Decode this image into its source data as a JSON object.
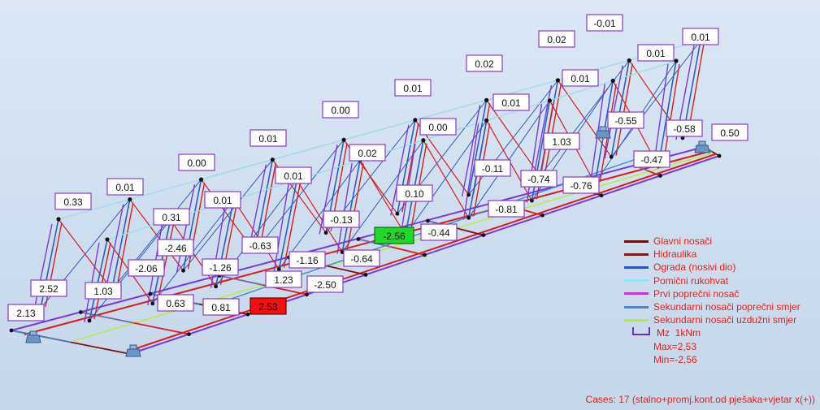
{
  "legend": {
    "items": [
      {
        "label": "Glavni nosači",
        "color": "#6b1010"
      },
      {
        "label": "Hidraulika",
        "color": "#7a1a1a"
      },
      {
        "label": "Ograda (nosivi dio)",
        "color": "#2b58b8"
      },
      {
        "label": "Pomični rukohvat",
        "color": "#8fe6f2"
      },
      {
        "label": "Prvi poprečni nosač",
        "color": "#c238c8"
      },
      {
        "label": "Sekundarni nosači poprečni smjer",
        "color": "#3f8ae0"
      },
      {
        "label": "Sekundarni nosači uzdužni smjer",
        "color": "#b8ec3a"
      }
    ],
    "diagram_label": "Mz",
    "unit_label": "1kNm",
    "max_label": "Max=2,53",
    "min_label": "Min=-2,56"
  },
  "cases_label": "Cases: 17 (stalno+promj.kont.od pješaka+vjetar x(+))",
  "value_labels": [
    {
      "text": "-0.01",
      "kind": "normal"
    },
    {
      "text": "0.02",
      "kind": "normal"
    },
    {
      "text": "0.01",
      "kind": "normal"
    },
    {
      "text": "0.01",
      "kind": "normal"
    },
    {
      "text": "0.02",
      "kind": "normal"
    },
    {
      "text": "0.01",
      "kind": "normal"
    },
    {
      "text": "0.01",
      "kind": "normal"
    },
    {
      "text": "0.01",
      "kind": "normal"
    },
    {
      "text": "0.00",
      "kind": "normal"
    },
    {
      "text": "-0.55",
      "kind": "normal"
    },
    {
      "text": "-0.58",
      "kind": "normal"
    },
    {
      "text": "0.50",
      "kind": "normal"
    },
    {
      "text": "0.00",
      "kind": "normal"
    },
    {
      "text": "1.03",
      "kind": "normal"
    },
    {
      "text": "0.01",
      "kind": "normal"
    },
    {
      "text": "0.02",
      "kind": "normal"
    },
    {
      "text": "-0.47",
      "kind": "normal"
    },
    {
      "text": "0.00",
      "kind": "normal"
    },
    {
      "text": "-0.11",
      "kind": "normal"
    },
    {
      "text": "-0.74",
      "kind": "normal"
    },
    {
      "text": "0.01",
      "kind": "normal"
    },
    {
      "text": "-0.76",
      "kind": "normal"
    },
    {
      "text": "0.01",
      "kind": "normal"
    },
    {
      "text": "0.10",
      "kind": "normal"
    },
    {
      "text": "0.33",
      "kind": "normal"
    },
    {
      "text": "0.01",
      "kind": "normal"
    },
    {
      "text": "-0.81",
      "kind": "normal"
    },
    {
      "text": "0.31",
      "kind": "normal"
    },
    {
      "text": "-0.13",
      "kind": "normal"
    },
    {
      "text": "-2.56",
      "kind": "min"
    },
    {
      "text": "-0.44",
      "kind": "normal"
    },
    {
      "text": "-2.46",
      "kind": "normal"
    },
    {
      "text": "-0.63",
      "kind": "normal"
    },
    {
      "text": "-1.16",
      "kind": "normal"
    },
    {
      "text": "-0.64",
      "kind": "normal"
    },
    {
      "text": "-2.06",
      "kind": "normal"
    },
    {
      "text": "-1.26",
      "kind": "normal"
    },
    {
      "text": "1.23",
      "kind": "normal"
    },
    {
      "text": "-2.50",
      "kind": "normal"
    },
    {
      "text": "2.52",
      "kind": "normal"
    },
    {
      "text": "1.03",
      "kind": "normal"
    },
    {
      "text": "0.63",
      "kind": "normal"
    },
    {
      "text": "0.81",
      "kind": "normal"
    },
    {
      "text": "2.53",
      "kind": "max"
    },
    {
      "text": "2.13",
      "kind": "normal"
    }
  ]
}
